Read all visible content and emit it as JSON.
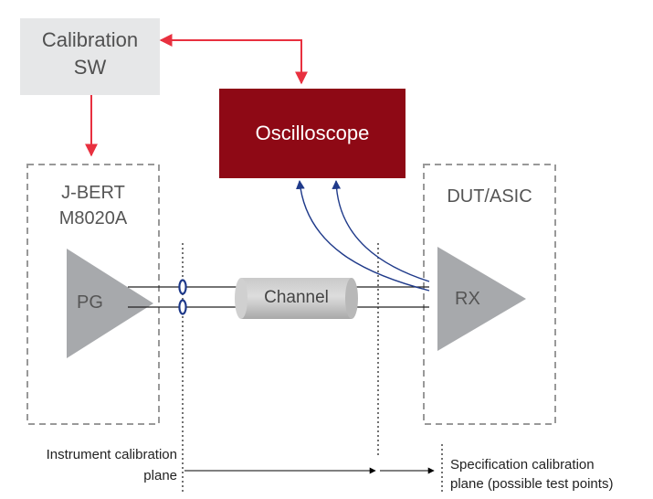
{
  "calibration_sw": {
    "line1": "Calibration",
    "line2": "SW"
  },
  "oscilloscope": {
    "label": "Oscilloscope"
  },
  "jbert": {
    "line1": "J-BERT",
    "line2": "M8020A",
    "pg_label": "PG"
  },
  "channel": {
    "label": "Channel"
  },
  "dut": {
    "label": "DUT/ASIC",
    "rx_label": "RX"
  },
  "instrument_plane": {
    "line1": "Instrument calibration",
    "line2": "plane"
  },
  "specification_plane": {
    "line1": "Specification calibration",
    "line2": "plane (possible test points)"
  },
  "colors": {
    "accent_red": "#e8303f",
    "oscilloscope_fill": "#8e0915",
    "calibration_fill": "#e6e7e8",
    "signal_blue": "#1f3a8a",
    "dashed_gray": "#999999",
    "triangle_gray": "#a7a9ac"
  }
}
